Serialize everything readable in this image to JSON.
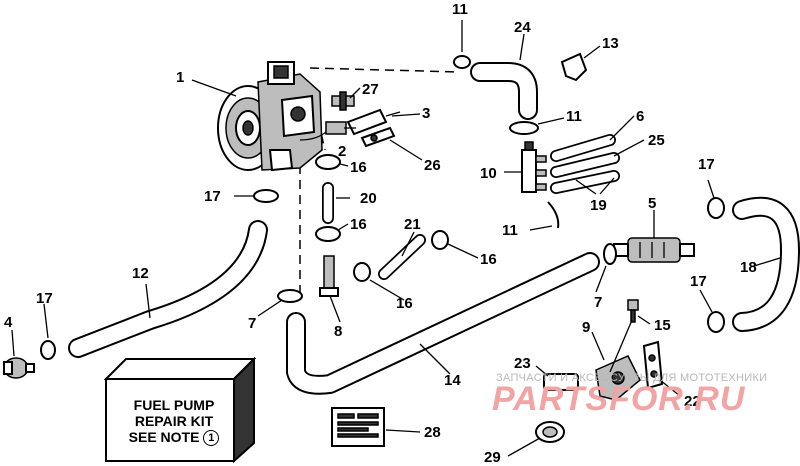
{
  "callouts": {
    "c1": "1",
    "c2": "2",
    "c3": "3",
    "c4": "4",
    "c5": "5",
    "c6": "6",
    "c7a": "7",
    "c7b": "7",
    "c8": "8",
    "c9": "9",
    "c10": "10",
    "c11a": "11",
    "c11b": "11",
    "c11c": "11",
    "c12": "12",
    "c13": "13",
    "c14": "14",
    "c15": "15",
    "c16a": "16",
    "c16b": "16",
    "c16c": "16",
    "c16d": "16",
    "c17a": "17",
    "c17b": "17",
    "c17c": "17",
    "c17d": "17",
    "c18": "18",
    "c19": "19",
    "c20": "20",
    "c21": "21",
    "c22": "22",
    "c23": "23",
    "c24": "24",
    "c25": "25",
    "c26": "26",
    "c27": "27",
    "c28": "28",
    "c29": "29"
  },
  "repair_kit": {
    "line1": "FUEL PUMP",
    "line2": "REPAIR KIT",
    "line3": "SEE NOTE",
    "note_number": "1"
  },
  "watermark": {
    "top": "ЗАПЧАСТИ И АКСЕССУАРЫ ДЛЯ МОТОТЕХНИКИ",
    "logo": "PARTSFOR.RU"
  },
  "colors": {
    "ink": "#000000",
    "watermark_logo": "#f2a3a3",
    "watermark_text": "#b8b8b8"
  }
}
